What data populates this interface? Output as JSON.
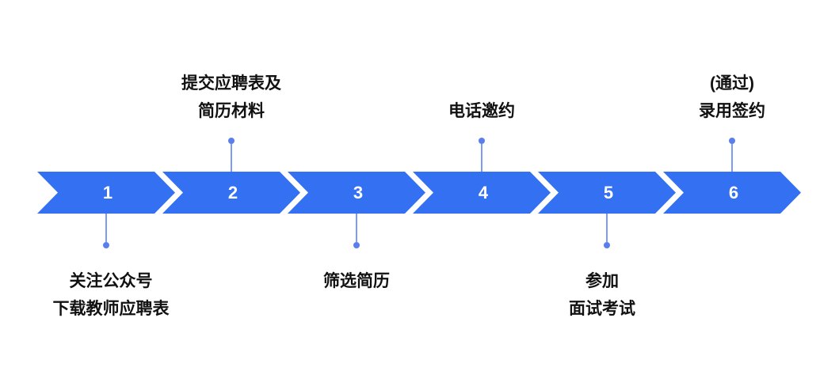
{
  "diagram": {
    "type": "process-flow",
    "orientation": "horizontal",
    "step_count": 6
  },
  "colors": {
    "arrow": "#3470F2",
    "connector_line": "#7C9BF4",
    "connector_dot": "#5A7FEC",
    "number": "#FFFFFF",
    "label": "#111111",
    "background": "#FFFFFF"
  },
  "steps": [
    {
      "number": "1",
      "label_position": "below",
      "label_lines": [
        "关注公众号",
        "下载教师应聘表"
      ]
    },
    {
      "number": "2",
      "label_position": "above",
      "label_lines": [
        "提交应聘表及",
        "简历材料"
      ]
    },
    {
      "number": "3",
      "label_position": "below",
      "label_lines": [
        "筛选简历"
      ]
    },
    {
      "number": "4",
      "label_position": "above",
      "label_lines": [
        "电话邀约"
      ]
    },
    {
      "number": "5",
      "label_position": "below",
      "label_lines": [
        "参加",
        "面试考试"
      ]
    },
    {
      "number": "6",
      "label_position": "above",
      "label_lines": [
        "(通过)",
        "录用签约"
      ]
    }
  ]
}
